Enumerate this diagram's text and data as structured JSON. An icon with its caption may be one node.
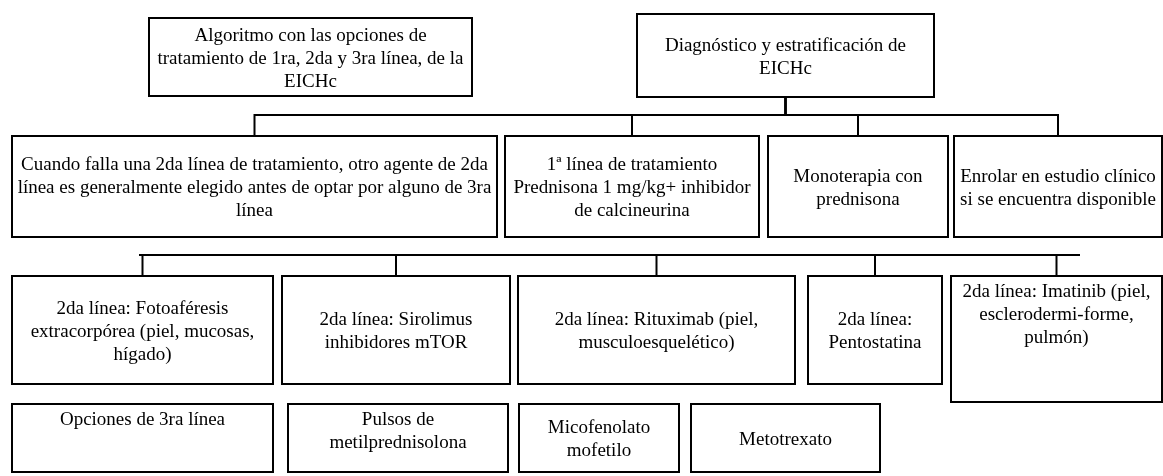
{
  "diagram": {
    "nodes": [
      {
        "text": [
          "Algoritmo con las opciones de tratamiento de 1ra, 2da y 3ra línea, de la EICHc"
        ]
      },
      {
        "text": [
          "Diagnóstico y estratificación de EICHc"
        ]
      },
      {
        "text": [
          "Cuando falla una 2da línea de tratamiento, otro agente de 2da línea es generalmente elegido antes de optar por alguno de 3ra línea"
        ]
      },
      {
        "text": [
          "1ª línea de tratamiento Prednisona 1 mg/kg+ inhibidor de calcineurina"
        ]
      },
      {
        "text": [
          "Monoterapia con prednisona"
        ]
      },
      {
        "text": [
          "Enrolar en estudio clínico si se encuentra disponible"
        ]
      },
      {
        "text": [],
        "shape": "bar"
      },
      {
        "text": [
          "2da línea: Fotoaféresis extracorpórea (piel, mucosas, hígado)"
        ]
      },
      {
        "text": [
          "2da línea: Sirolimus inhibidores mTOR"
        ]
      },
      {
        "text": [
          "2da línea: Rituximab (piel, musculoesquelético)"
        ]
      },
      {
        "text": [
          "2da línea: Pentostatina"
        ]
      },
      {
        "text": [
          "2da línea: Imatinib (piel, esclerodermi-forme, pulmón)"
        ]
      },
      {
        "text": [
          "Opciones de 3ra línea"
        ]
      },
      {
        "text": [
          "Pulsos de metilprednisolona"
        ]
      },
      {
        "text": [
          "Micofenolato mofetilo"
        ]
      },
      {
        "text": [
          "Metotrexato"
        ]
      }
    ],
    "edges": [
      {
        "from": 1,
        "to": 2,
        "arrow": "none"
      },
      {
        "from": 1,
        "to": 3,
        "arrow": "none"
      },
      {
        "from": 1,
        "to": 4,
        "arrow": "none"
      },
      {
        "from": 1,
        "to": 5,
        "arrow": "none"
      },
      {
        "from": 6,
        "to": 7,
        "arrow": "none"
      },
      {
        "from": 6,
        "to": 8,
        "arrow": "none"
      },
      {
        "from": 6,
        "to": 9,
        "arrow": "none"
      },
      {
        "from": 6,
        "to": 10,
        "arrow": "none"
      },
      {
        "from": 6,
        "to": 11,
        "arrow": "none"
      }
    ]
  }
}
